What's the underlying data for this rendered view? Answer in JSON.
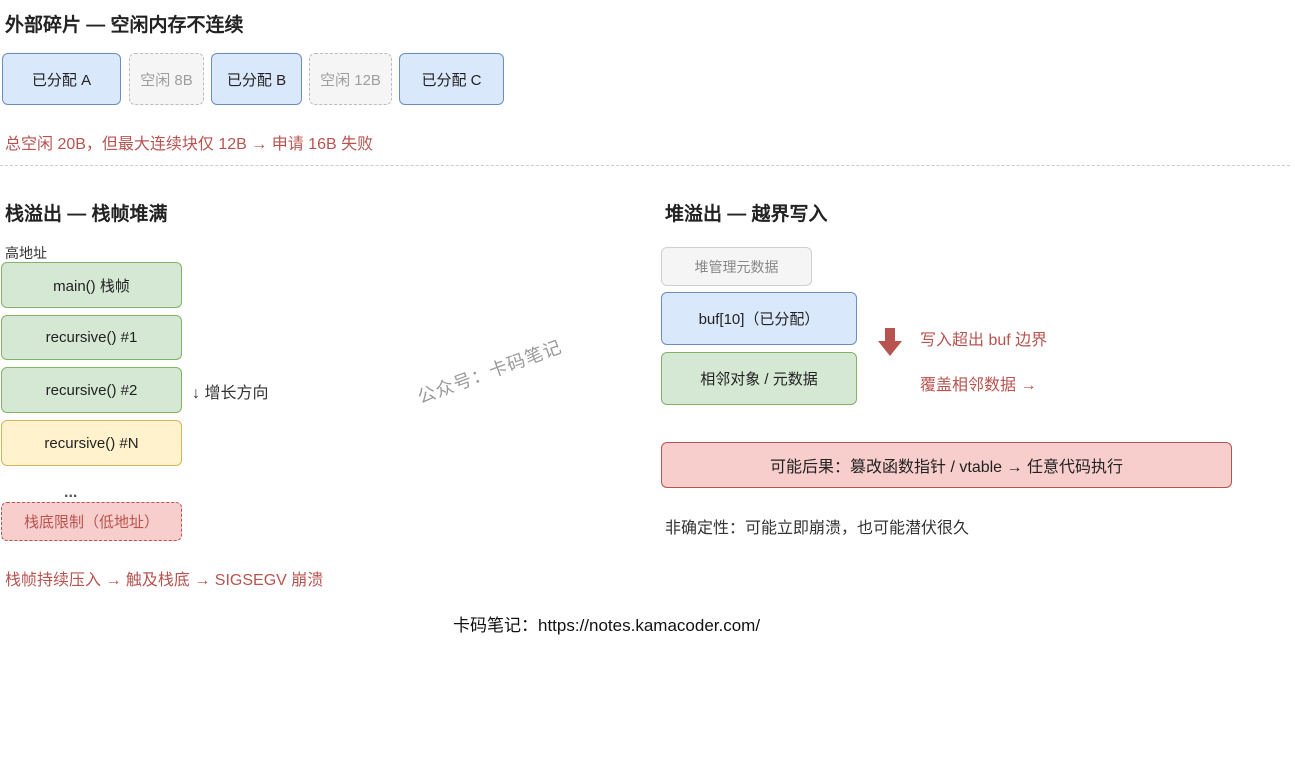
{
  "fragmentation": {
    "title": "外部碎片 — 空闲内存不连续",
    "blocks": [
      {
        "label": "已分配 A",
        "kind": "allocated"
      },
      {
        "label": "空闲 8B",
        "kind": "free"
      },
      {
        "label": "已分配 B",
        "kind": "allocated"
      },
      {
        "label": "空闲 12B",
        "kind": "free"
      },
      {
        "label": "已分配 C",
        "kind": "allocated"
      }
    ],
    "note": "总空闲 20B，但最大连续块仅 12B → 申请 16B 失败"
  },
  "stack_overflow": {
    "title": "栈溢出 — 栈帧堆满",
    "high_address_label": "高地址",
    "frames": [
      "main() 栈帧",
      "recursive() #1",
      "recursive() #2",
      "recursive() #N"
    ],
    "growth_label": "↓ 增长方向",
    "ellipsis": "...",
    "limit_label": "栈底限制（低地址）",
    "note": "栈帧持续压入 → 触及栈底 → SIGSEGV 崩溃"
  },
  "heap_overflow": {
    "title": "堆溢出 — 越界写入",
    "metadata_label": "堆管理元数据",
    "buffer_label": "buf[10]（已分配）",
    "adjacent_label": "相邻对象 / 元数据",
    "write_note": "写入超出 buf 边界",
    "overwrite_note": "覆盖相邻数据 →",
    "consequence": "可能后果：篡改函数指针 / vtable → 任意代码执行",
    "nondeterminism": "非确定性：可能立即崩溃，也可能潜伏很久"
  },
  "watermark": "公众号：卡码笔记",
  "footer": "卡码笔记：https://notes.kamacoder.com/",
  "colors": {
    "allocated_fill": "#dae8fc",
    "allocated_border": "#6c8ebf",
    "frame_fill": "#d5e8d4",
    "frame_border": "#82b366",
    "top_frame_fill": "#fff2cc",
    "danger_fill": "#f8cecc",
    "danger_text": "#b85450"
  }
}
